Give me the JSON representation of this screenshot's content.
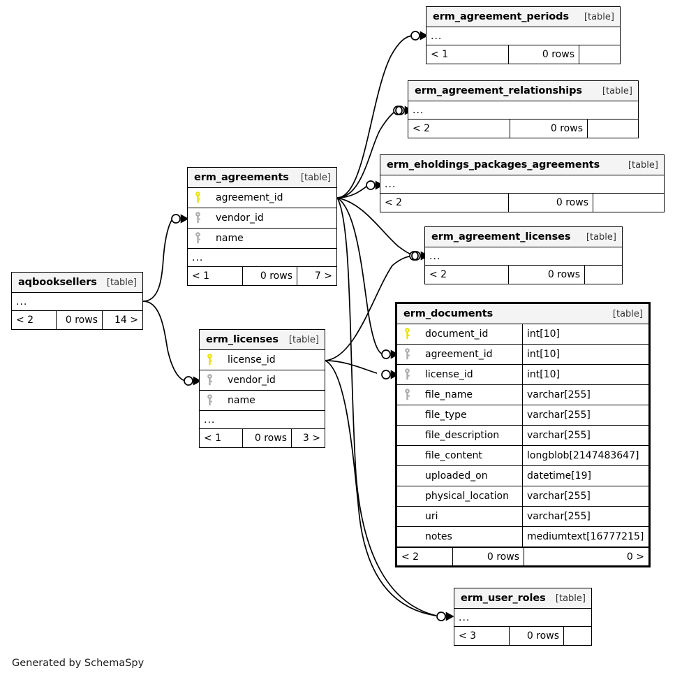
{
  "diagram": {
    "generator_credit": "Generated by SchemaSpy",
    "table_kind_label": "[table]",
    "ellipsis": "...",
    "rows_suffix": "0 rows",
    "colors": {
      "primary_key": "#E8E000",
      "indexed_key": "#AAAAAA",
      "header_background": "#F4F4F4",
      "border": "#000000",
      "background": "#FFFFFF",
      "text": "#000000"
    }
  },
  "tables": {
    "erm_agreement_periods": {
      "name": "erm_agreement_periods",
      "kind": "[table]",
      "ellipsis": "...",
      "footer": {
        "left": "< 1",
        "mid": "0 rows",
        "right": ""
      },
      "columns": []
    },
    "erm_agreement_relationships": {
      "name": "erm_agreement_relationships",
      "kind": "[table]",
      "ellipsis": "...",
      "footer": {
        "left": "< 2",
        "mid": "0 rows",
        "right": ""
      },
      "columns": []
    },
    "erm_eholdings_packages_agreements": {
      "name": "erm_eholdings_packages_agreements",
      "kind": "[table]",
      "ellipsis": "...",
      "footer": {
        "left": "< 2",
        "mid": "0 rows",
        "right": ""
      },
      "columns": []
    },
    "erm_agreement_licenses": {
      "name": "erm_agreement_licenses",
      "kind": "[table]",
      "ellipsis": "...",
      "footer": {
        "left": "< 2",
        "mid": "0 rows",
        "right": ""
      },
      "columns": []
    },
    "erm_agreements": {
      "name": "erm_agreements",
      "kind": "[table]",
      "ellipsis": "...",
      "footer": {
        "left": "< 1",
        "mid": "0 rows",
        "right": "7 >"
      },
      "columns": [
        {
          "name": "agreement_id",
          "key": "primary",
          "type": ""
        },
        {
          "name": "vendor_id",
          "key": "indexed",
          "type": ""
        },
        {
          "name": "name",
          "key": "indexed",
          "type": ""
        }
      ]
    },
    "aqbooksellers": {
      "name": "aqbooksellers",
      "kind": "[table]",
      "ellipsis": "...",
      "footer": {
        "left": "< 2",
        "mid": "0 rows",
        "right": "14 >"
      },
      "columns": []
    },
    "erm_licenses": {
      "name": "erm_licenses",
      "kind": "[table]",
      "ellipsis": "...",
      "footer": {
        "left": "< 1",
        "mid": "0 rows",
        "right": "3 >"
      },
      "columns": [
        {
          "name": "license_id",
          "key": "primary",
          "type": ""
        },
        {
          "name": "vendor_id",
          "key": "indexed",
          "type": ""
        },
        {
          "name": "name",
          "key": "indexed",
          "type": ""
        }
      ]
    },
    "erm_documents": {
      "name": "erm_documents",
      "kind": "[table]",
      "focused": true,
      "footer": {
        "left": "< 2",
        "mid": "0 rows",
        "right": "0 >"
      },
      "columns": [
        {
          "name": "document_id",
          "key": "primary",
          "type": "int[10]"
        },
        {
          "name": "agreement_id",
          "key": "indexed",
          "type": "int[10]"
        },
        {
          "name": "license_id",
          "key": "indexed",
          "type": "int[10]"
        },
        {
          "name": "file_name",
          "key": "indexed",
          "type": "varchar[255]"
        },
        {
          "name": "file_type",
          "key": "none",
          "type": "varchar[255]"
        },
        {
          "name": "file_description",
          "key": "none",
          "type": "varchar[255]"
        },
        {
          "name": "file_content",
          "key": "none",
          "type": "longblob[2147483647]"
        },
        {
          "name": "uploaded_on",
          "key": "none",
          "type": "datetime[19]"
        },
        {
          "name": "physical_location",
          "key": "none",
          "type": "varchar[255]"
        },
        {
          "name": "uri",
          "key": "none",
          "type": "varchar[255]"
        },
        {
          "name": "notes",
          "key": "none",
          "type": "mediumtext[16777215]"
        }
      ]
    },
    "erm_user_roles": {
      "name": "erm_user_roles",
      "kind": "[table]",
      "ellipsis": "...",
      "footer": {
        "left": "< 3",
        "mid": "0 rows",
        "right": ""
      },
      "columns": []
    }
  },
  "relationships": [
    {
      "from": "erm_agreements",
      "to": "erm_agreement_periods"
    },
    {
      "from": "erm_agreements",
      "to": "erm_agreement_relationships"
    },
    {
      "from": "erm_agreements",
      "to": "erm_eholdings_packages_agreements"
    },
    {
      "from": "erm_agreements",
      "to": "erm_agreement_licenses"
    },
    {
      "from": "erm_agreements",
      "to": "erm_documents"
    },
    {
      "from": "erm_agreements",
      "to": "erm_user_roles"
    },
    {
      "from": "erm_licenses",
      "to": "erm_agreement_licenses"
    },
    {
      "from": "erm_licenses",
      "to": "erm_documents"
    },
    {
      "from": "erm_licenses",
      "to": "erm_user_roles"
    },
    {
      "from": "aqbooksellers",
      "to": "erm_agreements"
    },
    {
      "from": "aqbooksellers",
      "to": "erm_licenses"
    }
  ]
}
